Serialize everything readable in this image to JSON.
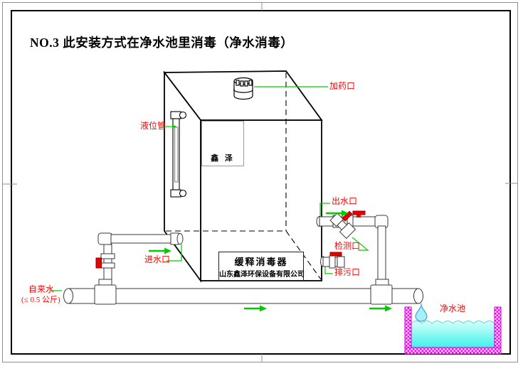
{
  "title": "NO.3  此安装方式在净水池里消毒（净水消毒）",
  "device": {
    "product_name": "缓释消毒器",
    "company": "山东鑫泽环保设备有限公司",
    "logo_text": "鑫 泽"
  },
  "ports": {
    "dosing": "加药口",
    "level_tube": "液位管",
    "outlet": "出水口",
    "inlet": "进水口",
    "test": "检测口",
    "drain": "排污口"
  },
  "annotations": {
    "tap_water": "自来水",
    "tap_water_pressure": "(≤ 0.5 公斤)",
    "clean_pool": "净水池"
  },
  "colors": {
    "annotation_red": "#ff0000",
    "flow_green": "#00cc00",
    "water_cyan": "#3ff2ea",
    "tank_wall_magenta": "#ff00ff",
    "logo_blue": "#2293dd",
    "logo_green": "#43b649"
  }
}
